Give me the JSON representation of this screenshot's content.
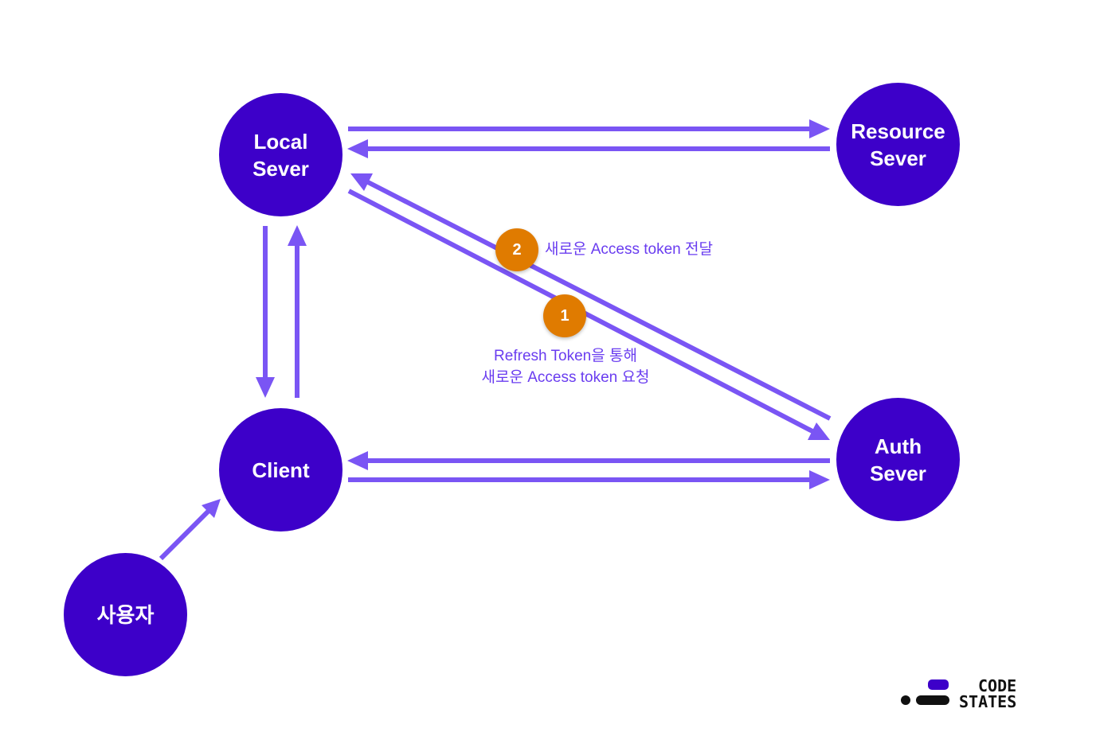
{
  "colors": {
    "node_fill": "#3d00c9",
    "arrow": "#7a55f4",
    "step_fill": "#e07b00",
    "label_text": "#6a3df0"
  },
  "nodes": {
    "local_server": "Local\nSever",
    "resource_server": "Resource\nSever",
    "client": "Client",
    "auth_server": "Auth\nSever",
    "user": "사용자"
  },
  "steps": {
    "step1": {
      "number": "1",
      "line1": "Refresh Token을 통해",
      "line2": "새로운 Access token 요청"
    },
    "step2": {
      "number": "2",
      "line1": "새로운 Access token 전달"
    }
  },
  "logo": {
    "line1": "CODE",
    "line2": "STATES"
  }
}
